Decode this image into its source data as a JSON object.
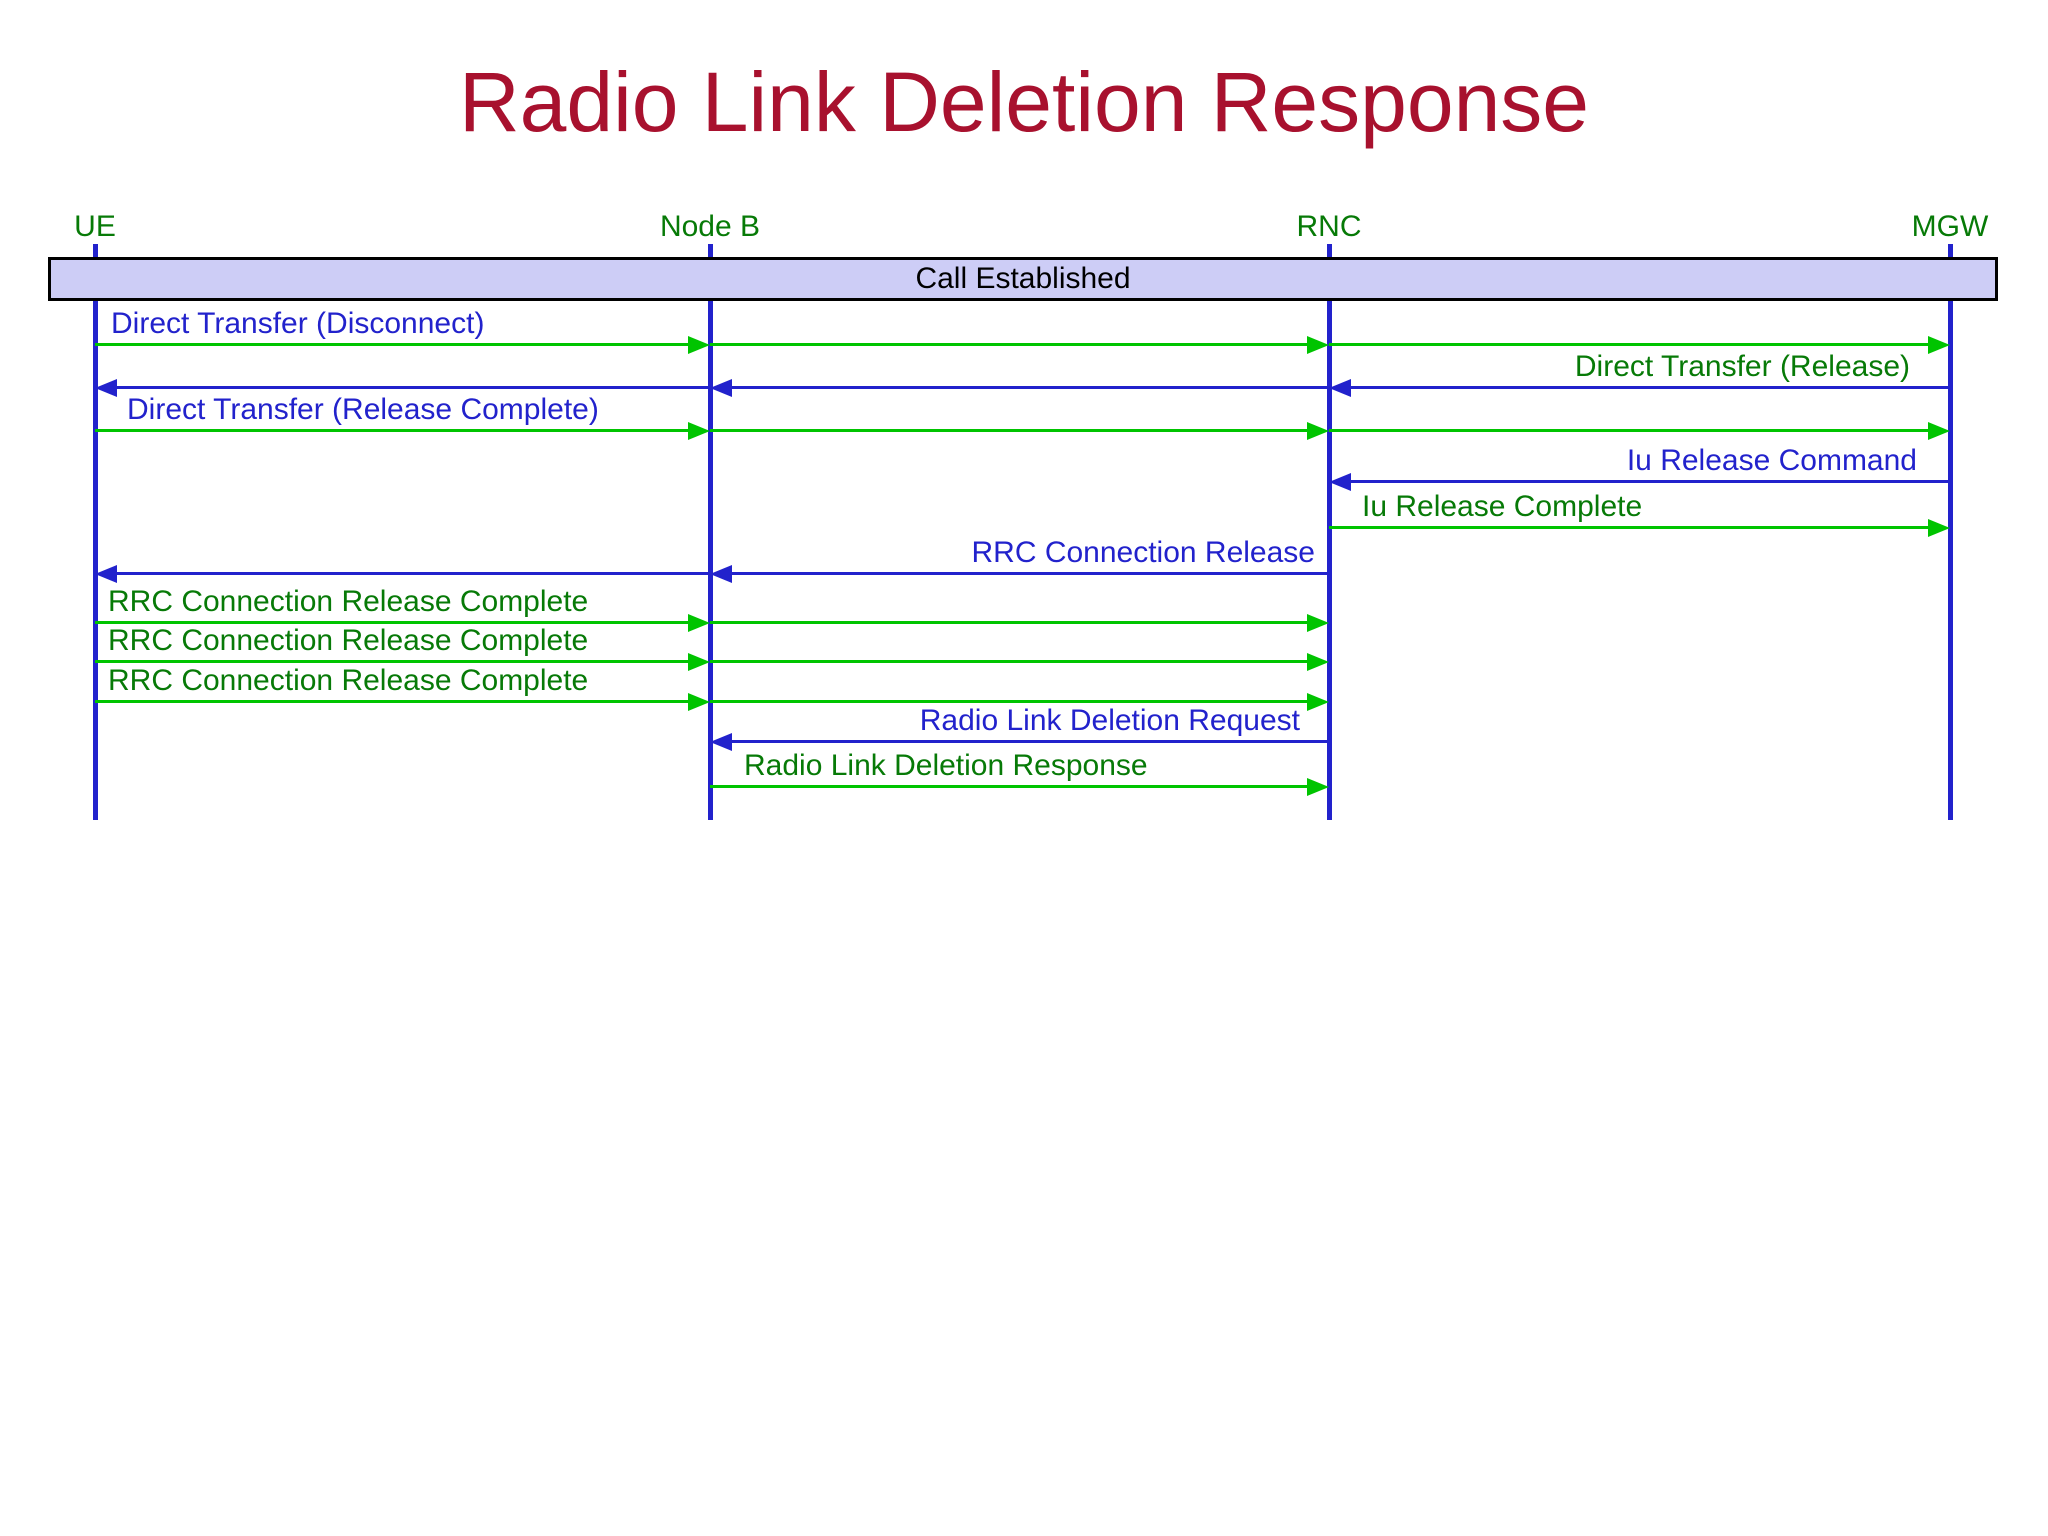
{
  "title": "Radio Link Deletion Response",
  "band": {
    "label": "Call Established"
  },
  "actors": [
    {
      "name": "UE"
    },
    {
      "name": "Node B"
    },
    {
      "name": "RNC"
    },
    {
      "name": "MGW"
    }
  ],
  "messages": [
    {
      "label": "Direct Transfer (Disconnect)",
      "label_color": "blue",
      "arrow_color": "green",
      "direction": "right",
      "from": "UE",
      "to": "MGW",
      "via": [
        "Node B",
        "RNC"
      ]
    },
    {
      "label": "Direct Transfer (Release)",
      "label_color": "green",
      "arrow_color": "blue",
      "direction": "left",
      "from": "MGW",
      "to": "UE",
      "via": [
        "RNC",
        "Node B"
      ]
    },
    {
      "label": "Direct Transfer (Release Complete)",
      "label_color": "blue",
      "arrow_color": "green",
      "direction": "right",
      "from": "UE",
      "to": "MGW",
      "via": [
        "Node B",
        "RNC"
      ]
    },
    {
      "label": "Iu Release Command",
      "label_color": "blue",
      "arrow_color": "blue",
      "direction": "left",
      "from": "MGW",
      "to": "RNC",
      "via": []
    },
    {
      "label": "Iu Release Complete",
      "label_color": "green",
      "arrow_color": "green",
      "direction": "right",
      "from": "RNC",
      "to": "MGW",
      "via": []
    },
    {
      "label": "RRC Connection Release",
      "label_color": "blue",
      "arrow_color": "blue",
      "direction": "left",
      "from": "RNC",
      "to": "UE",
      "via": [
        "Node B"
      ]
    },
    {
      "label": "RRC Connection Release Complete",
      "label_color": "green",
      "arrow_color": "green",
      "direction": "right",
      "from": "UE",
      "to": "RNC",
      "via": [
        "Node B"
      ]
    },
    {
      "label": "RRC Connection Release Complete",
      "label_color": "green",
      "arrow_color": "green",
      "direction": "right",
      "from": "UE",
      "to": "RNC",
      "via": [
        "Node B"
      ]
    },
    {
      "label": "RRC Connection Release Complete",
      "label_color": "green",
      "arrow_color": "green",
      "direction": "right",
      "from": "UE",
      "to": "RNC",
      "via": [
        "Node B"
      ]
    },
    {
      "label": "Radio Link Deletion Request",
      "label_color": "blue",
      "arrow_color": "blue",
      "direction": "left",
      "from": "RNC",
      "to": "Node B",
      "via": []
    },
    {
      "label": "Radio Link Deletion Response",
      "label_color": "green",
      "arrow_color": "green",
      "direction": "right",
      "from": "Node B",
      "to": "RNC",
      "via": []
    }
  ],
  "colors": {
    "title_red": "#A8112E",
    "label_green": "#077A07",
    "label_blue": "#2222CC",
    "arrow_green": "#00C400",
    "arrow_blue": "#2222CC",
    "lifeline_blue": "#2222CC",
    "band_fill": "#CDCDF6",
    "band_border": "#000000",
    "band_text": "#000000",
    "background": "#FFFFFF"
  }
}
